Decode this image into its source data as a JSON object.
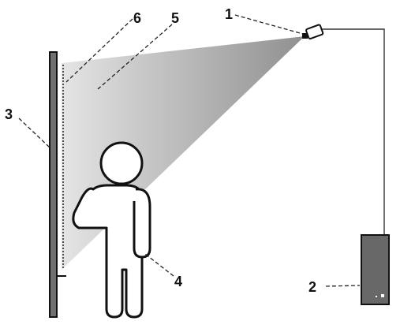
{
  "labels": {
    "camera": "1",
    "controller": "2",
    "wall": "3",
    "person": "4",
    "light_cone": "5",
    "projection_area": "6"
  },
  "colors": {
    "stroke": "#111111",
    "wall": "#707070",
    "controller": "#686868",
    "cone_light": "#e3e3e3",
    "cone_dark": "#8a8a8a"
  },
  "icons": {
    "camera": "camera-icon",
    "person": "person-figure"
  }
}
